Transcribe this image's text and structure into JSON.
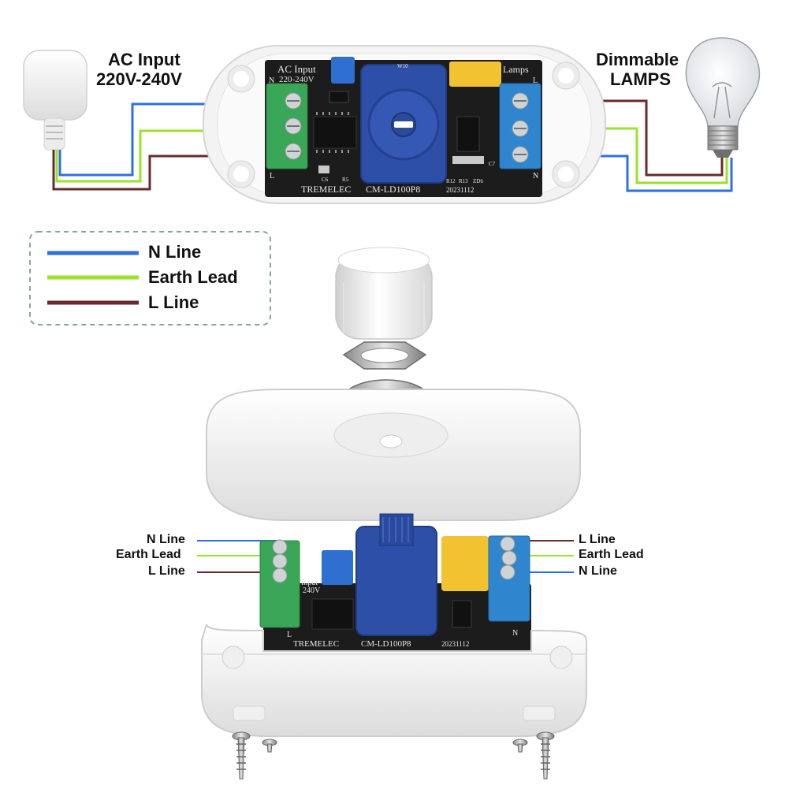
{
  "top": {
    "ac_input_line1": "AC Input",
    "ac_input_line2": "220V-240V",
    "lamps_line1": "Dimmable",
    "lamps_line2": "LAMPS"
  },
  "board": {
    "silk_ac_input": "AC Input",
    "silk_voltage": "220-240V",
    "silk_lamps": "Lamps",
    "brand": "TREMELEC",
    "model": "CM-LD100P8",
    "date": "20231112",
    "silk_n": "N",
    "silk_l": "L",
    "silk_c6": "C6",
    "silk_r5": "R5",
    "silk_r12": "R12",
    "silk_r13": "R13",
    "silk_zd6": "ZD6",
    "silk_c7": "C7",
    "silk_w10": "W10"
  },
  "legend": {
    "items": [
      {
        "label": "N Line",
        "color": "#2f6fe0"
      },
      {
        "label": "Earth Lead",
        "color": "#9be22a"
      },
      {
        "label": "L Line",
        "color": "#6b2a2a"
      }
    ]
  },
  "bottom": {
    "left_labels": [
      "N Line",
      "Earth Lead",
      "L Line"
    ],
    "right_labels": [
      "L Line",
      "Earth Lead",
      "N Line"
    ],
    "silk_input": "Input",
    "silk_voltage": "240V"
  },
  "colors": {
    "n_line": "#2f6fe0",
    "earth": "#9be22a",
    "l_line": "#6b2a2a",
    "terminal_green": "#3aa657",
    "terminal_blue": "#2f86cf",
    "pot_blue": "#2e4fa8",
    "pcb": "#1c1c1c",
    "capacitor": "#f2c230"
  }
}
